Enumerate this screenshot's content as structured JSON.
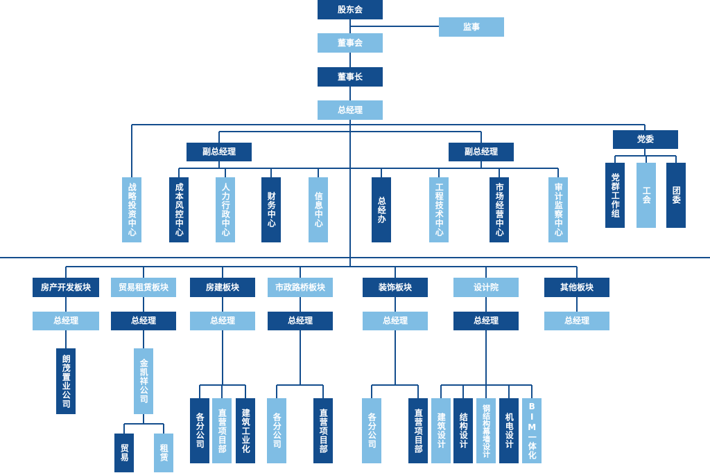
{
  "colors": {
    "dark": "#134d8d",
    "light": "#7fbde4",
    "line": "#134d8d"
  },
  "top": {
    "shareholders": "股东会",
    "supervisor": "监事",
    "board": "董事会",
    "chairman": "董事长",
    "gm": "总经理"
  },
  "center": {
    "vgm_left": "副总经理",
    "vgm_right": "副总经理",
    "party_committee": "党委",
    "strategy": "战略投资中心",
    "cost_risk": "成本风控中心",
    "hr_admin": "人力行政中心",
    "finance": "财务中心",
    "info": "信息中心",
    "gm_office": "总经办",
    "engineering": "工程技术中心",
    "marketing": "市场经营中心",
    "audit": "审计监察中心",
    "party_group": "党群工作组",
    "union": "工会",
    "youth_league": "团委"
  },
  "segments": {
    "real_estate": {
      "title": "房产开发板块",
      "gm": "总经理",
      "children": [
        "朗茂置业公司"
      ]
    },
    "trade_lease": {
      "title": "贸易租赁板块",
      "gm": "总经理",
      "children": [
        "金凯祥公司"
      ],
      "grandchildren": [
        "贸易",
        "租赁"
      ]
    },
    "building": {
      "title": "房建板块",
      "gm": "总经理",
      "children": [
        "各分公司",
        "直营项目部",
        "建筑工业化"
      ]
    },
    "municipal": {
      "title": "市政路桥板块",
      "gm": "总经理",
      "children": [
        "各分公司",
        "直营项目部"
      ]
    },
    "decoration": {
      "title": "装饰板块",
      "gm": "总经理",
      "children": [
        "各分公司",
        "直营项目部"
      ]
    },
    "design": {
      "title": "设计院",
      "gm": "总经理",
      "children": [
        "建筑设计",
        "结构设计",
        "钢结构幕墙设计",
        "机电设计",
        "BIM一体化"
      ]
    },
    "other": {
      "title": "其他板块",
      "gm": "总经理"
    }
  }
}
